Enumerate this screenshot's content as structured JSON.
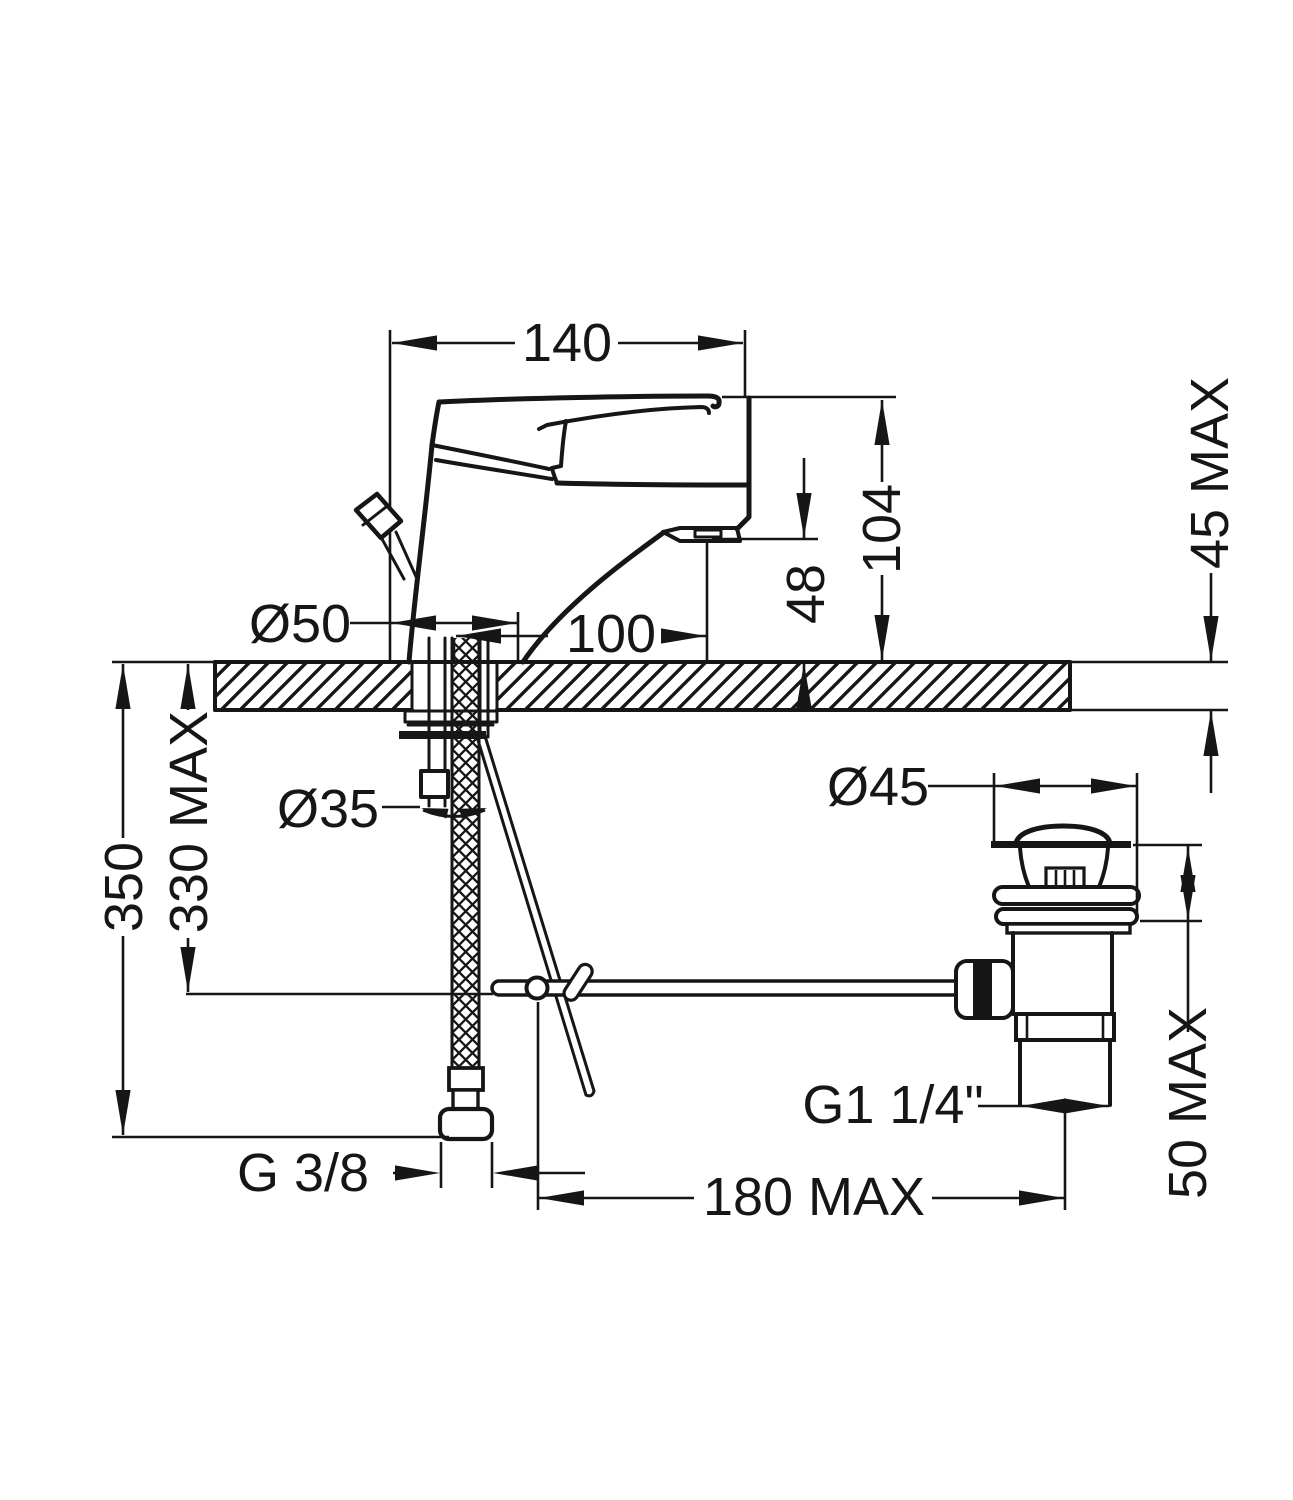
{
  "drawing": {
    "kind": "technical-dimension-drawing",
    "subject": "single-lever basin mixer tap with pop-up waste, sectional side view",
    "line_color": "#161616",
    "background_color": "#ffffff",
    "dimensions": {
      "width_140": "140",
      "height_104": "104",
      "spout_height_48": "48",
      "deck_max_45": "45 MAX",
      "base_dia_50": "Ø50",
      "spout_reach_100": "100",
      "hole_dia_35": "Ø35",
      "hose_350": "350",
      "rod_330_max": "330 MAX",
      "waste_dia_45": "Ø45",
      "waste_thread": "G1 1/4\"",
      "basin_max_50": "50 MAX",
      "supply_thread": "G 3/8",
      "reach_180_max": "180 MAX"
    }
  }
}
